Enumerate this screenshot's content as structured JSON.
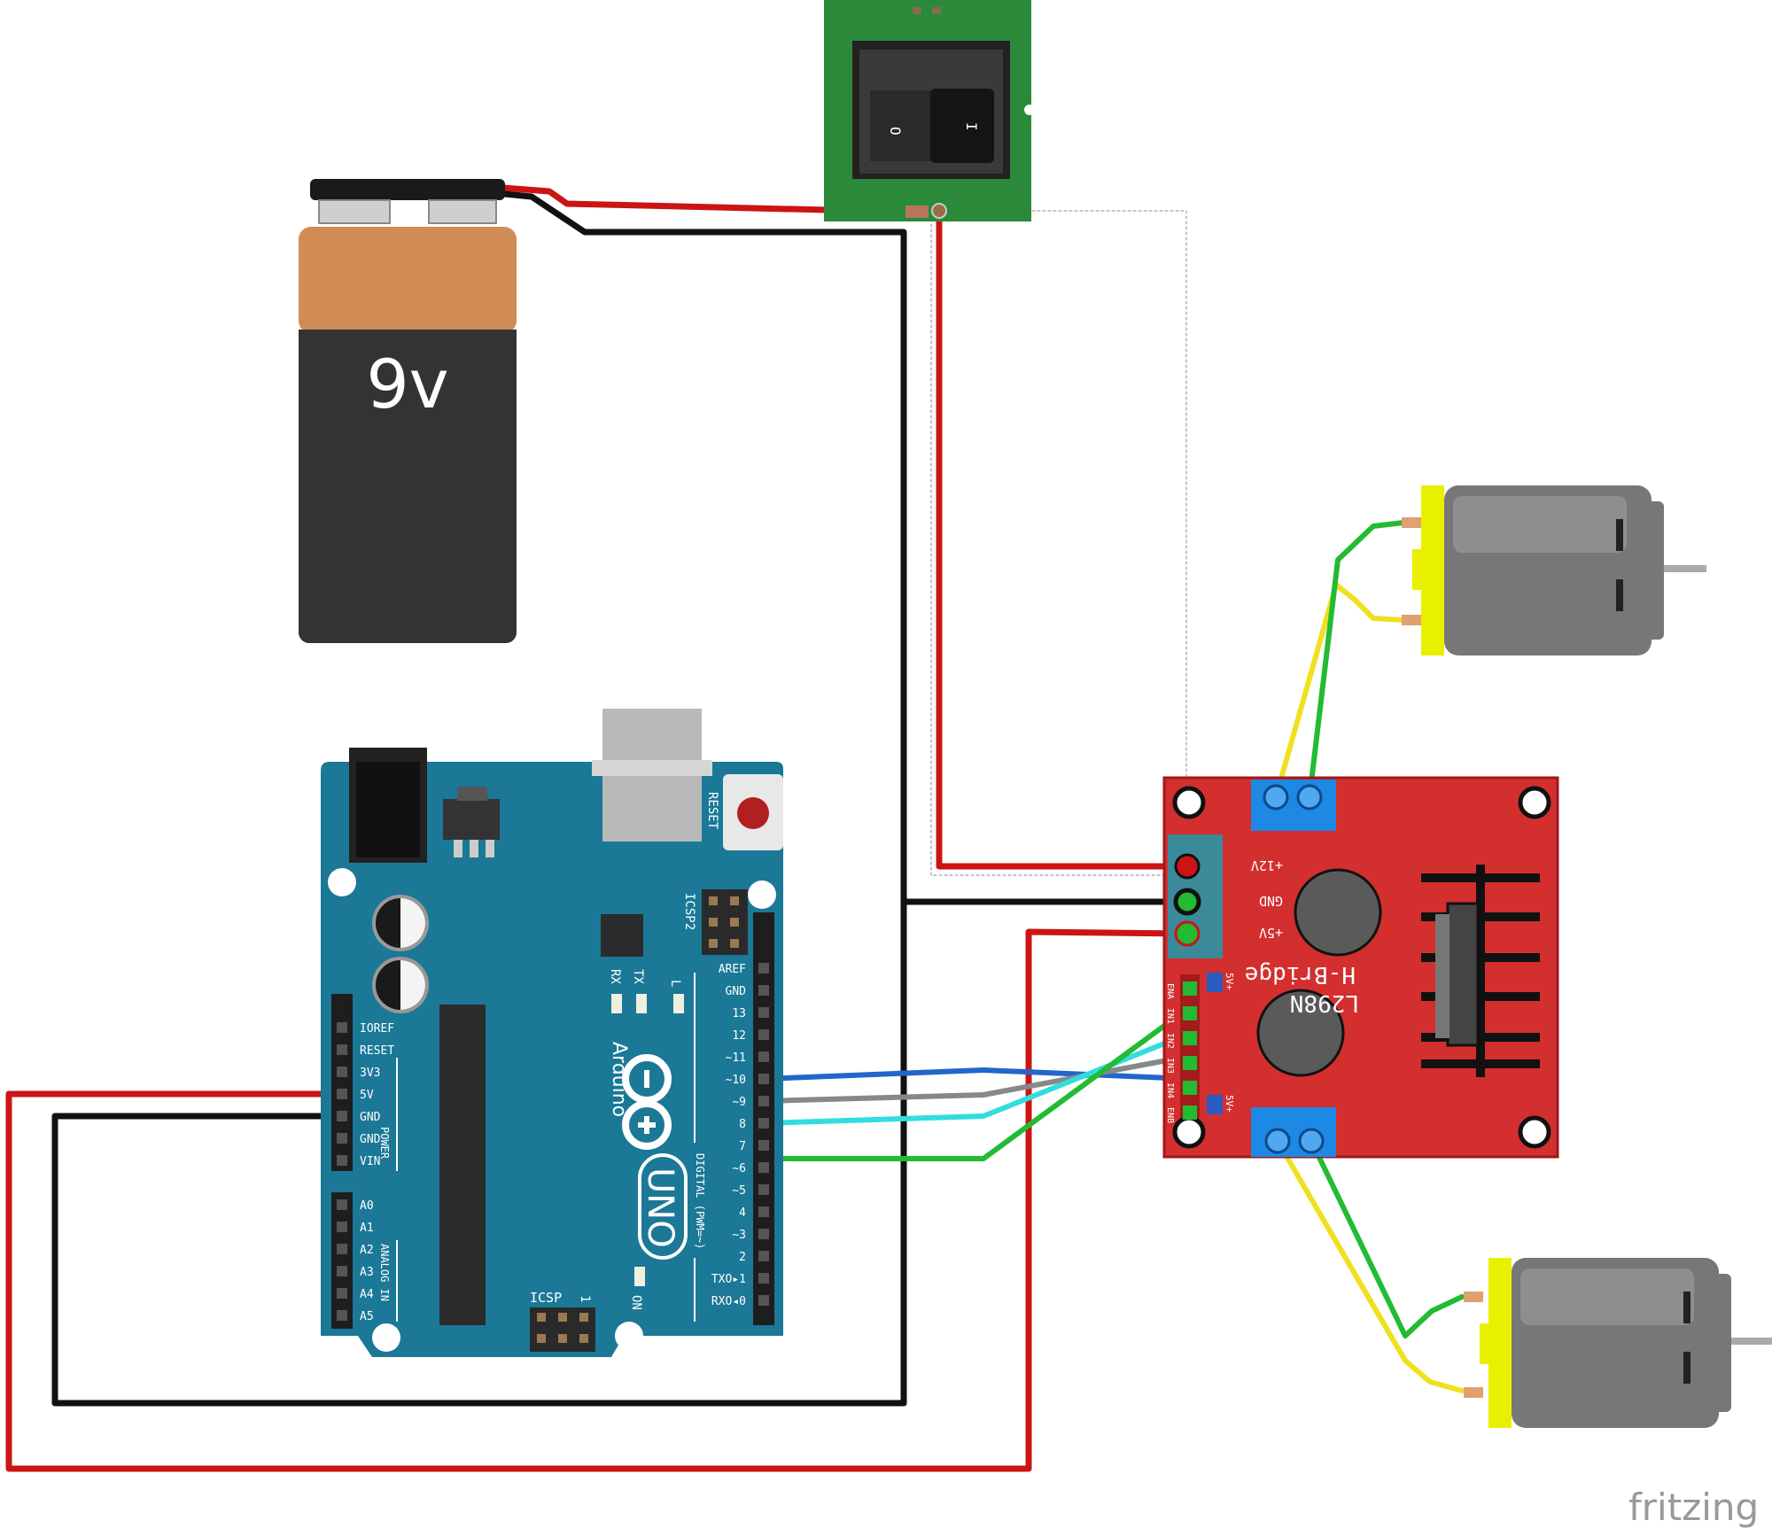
{
  "battery": {
    "label": "9v"
  },
  "switch": {
    "off_mark": "O",
    "on_mark": "I"
  },
  "arduino": {
    "brand": "Arduino",
    "model": "UNO",
    "reset_label": "RESET",
    "icsp2_label": "ICSP2",
    "icsp_label": "ICSP",
    "icsp_pin1": "1",
    "tx_label": "TX",
    "rx_label": "RX",
    "l_label": "L",
    "on_label": "ON",
    "power_header": "POWER",
    "analog_header": "ANALOG IN",
    "digital_header": "DIGITAL (PWM=~)",
    "power_pins": [
      "IOREF",
      "RESET",
      "3V3",
      "5V",
      "GND",
      "GND",
      "VIN"
    ],
    "analog_pins": [
      "A0",
      "A1",
      "A2",
      "A3",
      "A4",
      "A5"
    ],
    "digital_pins": [
      "AREF",
      "GND",
      "13",
      "12",
      "~11",
      "~10",
      "~9",
      "8",
      "7",
      "~6",
      "~5",
      "4",
      "~3",
      "2",
      "TXO▸1",
      "RXO◂0"
    ]
  },
  "hbridge": {
    "title": "H-Bridge",
    "chip": "L298N",
    "power_pins": [
      "+12V",
      "GND",
      "+5V"
    ],
    "control_pins": [
      "ENA",
      "IN1",
      "IN2",
      "IN3",
      "IN4",
      "ENB"
    ],
    "jumper_label": "5V+"
  },
  "watermark": "fritzing",
  "colors": {
    "wire_red": "#cc1414",
    "wire_black": "#111111",
    "wire_green": "#22bb33",
    "wire_yellow": "#f0e020",
    "wire_blue": "#2266cc",
    "wire_gray": "#888888",
    "wire_cyan": "#33dddd",
    "arduino_board": "#1b7897",
    "hbridge_board": "#d32f2f",
    "switch_board": "#2a8a3a",
    "motor_body": "#777777",
    "motor_cap": "#e8f000",
    "battery_top": "#d18c56",
    "battery_body": "#333333"
  }
}
